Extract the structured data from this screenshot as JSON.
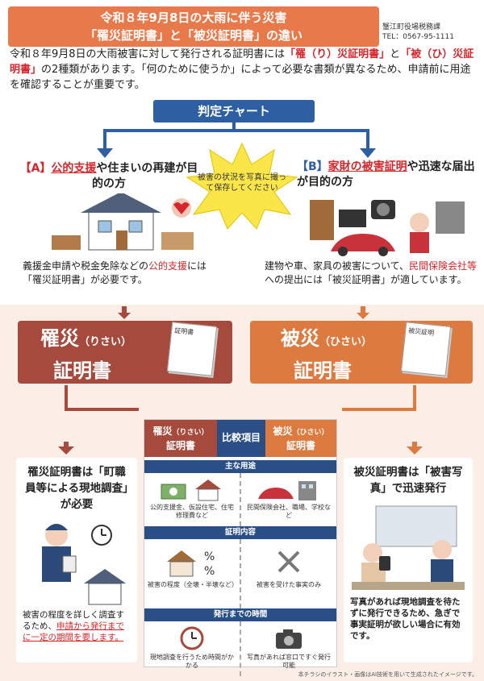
{
  "header": {
    "line1": "令和８年9月8日の大雨に伴う災害",
    "line2": "「罹災証明書」と「被災証明書」の違い",
    "office": "蟹江町役場税務課",
    "tel": "TEL：0567-95-1111"
  },
  "intro": {
    "p1": "令和８年9月8日の大雨被害に対して発行される証明書には",
    "p1_red": "「罹（り）災証明書」",
    "p2": "と",
    "p2_red": "「被（ひ）災証明書」",
    "p3": "の2種類があります。「何のために使うか」によって必要な書類が異なるため、申請前に用途を確認することが重要です。"
  },
  "chart_title": "判定チャート",
  "burst_text": "被害の状況を写真に撮って保存してください",
  "colA": {
    "prefix": "【A】",
    "red": "公的支援",
    "rest": "や住まいの再建が目的の方",
    "desc1": "義援金申請や税金免除などの",
    "desc_red": "公的支援",
    "desc2": "には「罹災証明書」が必要です。"
  },
  "colB": {
    "prefix": "【B】",
    "red": "家財の被害証明",
    "rest": "や迅速な届出が目的の方",
    "desc1": "建物や車、家具の被害について、",
    "desc_red": "民間保険会社等",
    "desc2": "への提出には「被災証明書」が適しています。"
  },
  "riBox": {
    "main": "罹災",
    "reading": "（りさい）",
    "sub": "証明書",
    "doc": "証明書"
  },
  "hiBox": {
    "main": "被災",
    "reading": "（ひさい）",
    "sub": "証明書",
    "doc": "被災証明"
  },
  "leftCard": {
    "title": "罹災証明書は「町職員等による現地調査」が必要",
    "text1": "被害の程度を詳しく調査するため、",
    "text_red": "申請から発行までに一定の期間を要します。"
  },
  "rightCard": {
    "title": "被災証明書は「被害写真」で迅速発行",
    "text": "写真があれば現地調査を待たずに発行できるため、急ぎで事実証明が欲しい場合に有効です。"
  },
  "compare": {
    "left_head1": "罹災",
    "left_reading": "（りさい）",
    "left_head2": "証明書",
    "mid_head": "比較項目",
    "right_head1": "被災",
    "right_reading": "（ひさい）",
    "right_head2": "証明書",
    "row1": "主な用途",
    "row1_left": "公的支援金、仮設住宅、住宅修理費など",
    "row1_right": "民間保険会社、職場、学校など",
    "row2": "証明内容",
    "row2_left": "被害の程度（全壊・半壊など）",
    "row2_right": "被害を受けた事実のみ",
    "row3": "発行までの時間",
    "row3_left": "現地調査を行うため時間がかかる",
    "row3_right": "写真があれば窓口ですぐ発行可能"
  },
  "footnote": "本チラシのイラスト・画像はAI技術を用いて生成されたイメージです。",
  "colors": {
    "orange": "#e8794a",
    "blue": "#2f5fa3",
    "maroon": "#a54a3d",
    "red": "#d6262b"
  }
}
